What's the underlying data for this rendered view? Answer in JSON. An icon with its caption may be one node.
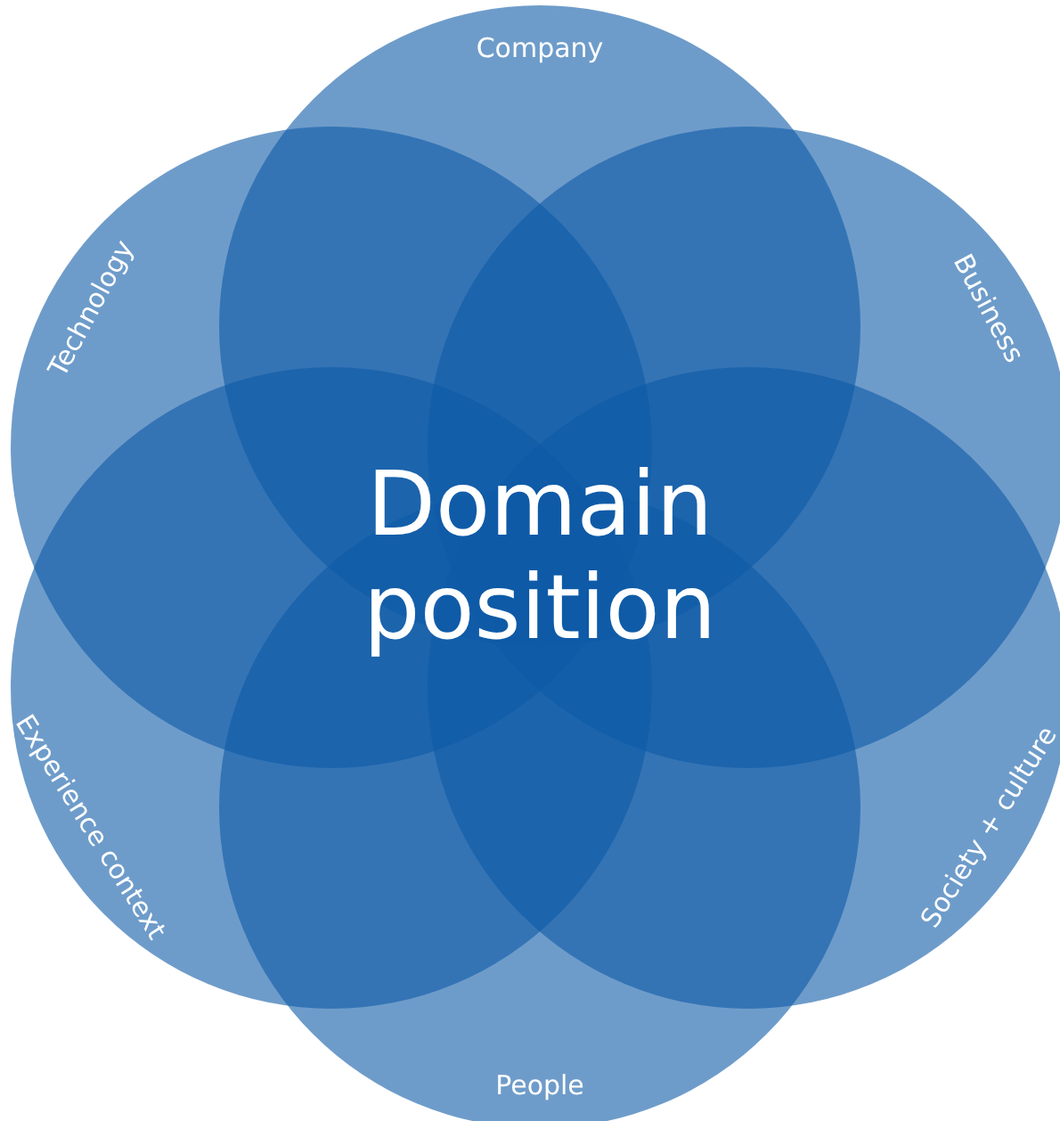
{
  "diagram": {
    "nodes": [
      {
        "text": [
          "Company"
        ]
      },
      {
        "text": [
          "Technology"
        ]
      },
      {
        "text": [
          "Business"
        ]
      },
      {
        "text": [
          "Experience context"
        ]
      },
      {
        "text": [
          "Society + culture"
        ]
      },
      {
        "text": [
          "People"
        ]
      }
    ],
    "labels": [
      "Domain position"
    ]
  }
}
